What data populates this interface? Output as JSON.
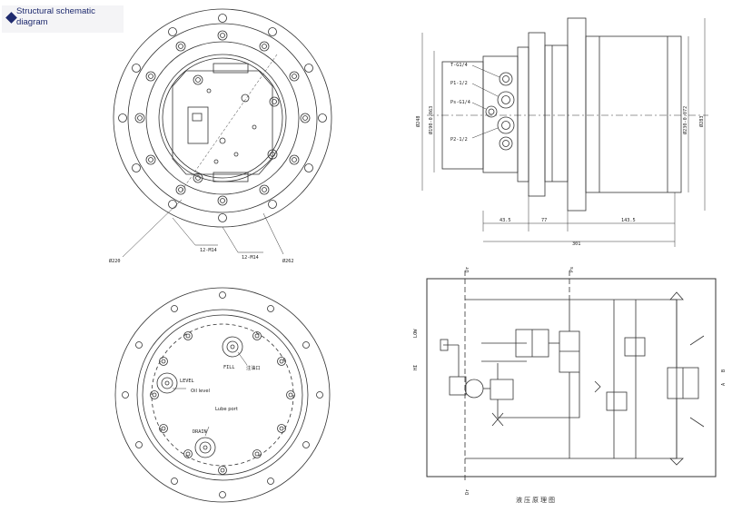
{
  "badge": {
    "text": "Structural schematic diagram"
  },
  "top_left": {
    "dia_inner": "Ø220",
    "bolts_inner": "12-M14",
    "bolts_outer": "12-M14",
    "dia_outer": "Ø262"
  },
  "bottom_left": {
    "fill": "FILL",
    "fill_cn": "注油口",
    "level": "LEVEL",
    "oil_level": "Oil level",
    "lube_port": "Lube port",
    "drain": "DRAIN"
  },
  "top_right": {
    "port_t": "T-G1/4",
    "port_p1": "P1-1/2",
    "port_ps": "Ps-G1/4",
    "port_p2": "P2-1/2",
    "dim_left_outer": "Ø248",
    "dim_left_inner": "Ø190-0.063",
    "dim_right_inner": "Ø230-0.072",
    "dim_right_outer": "Ø283",
    "dim_43": "43.5",
    "dim_77": "77",
    "dim_143": "143.5",
    "dim_301": "301"
  },
  "hydraulic": {
    "dr_top": "Dr",
    "ps_top": "Ps",
    "low": "LOW",
    "hi": "HI",
    "a": "A",
    "b": "B",
    "dr_bottom": "Dr",
    "caption": "液压原理图"
  }
}
